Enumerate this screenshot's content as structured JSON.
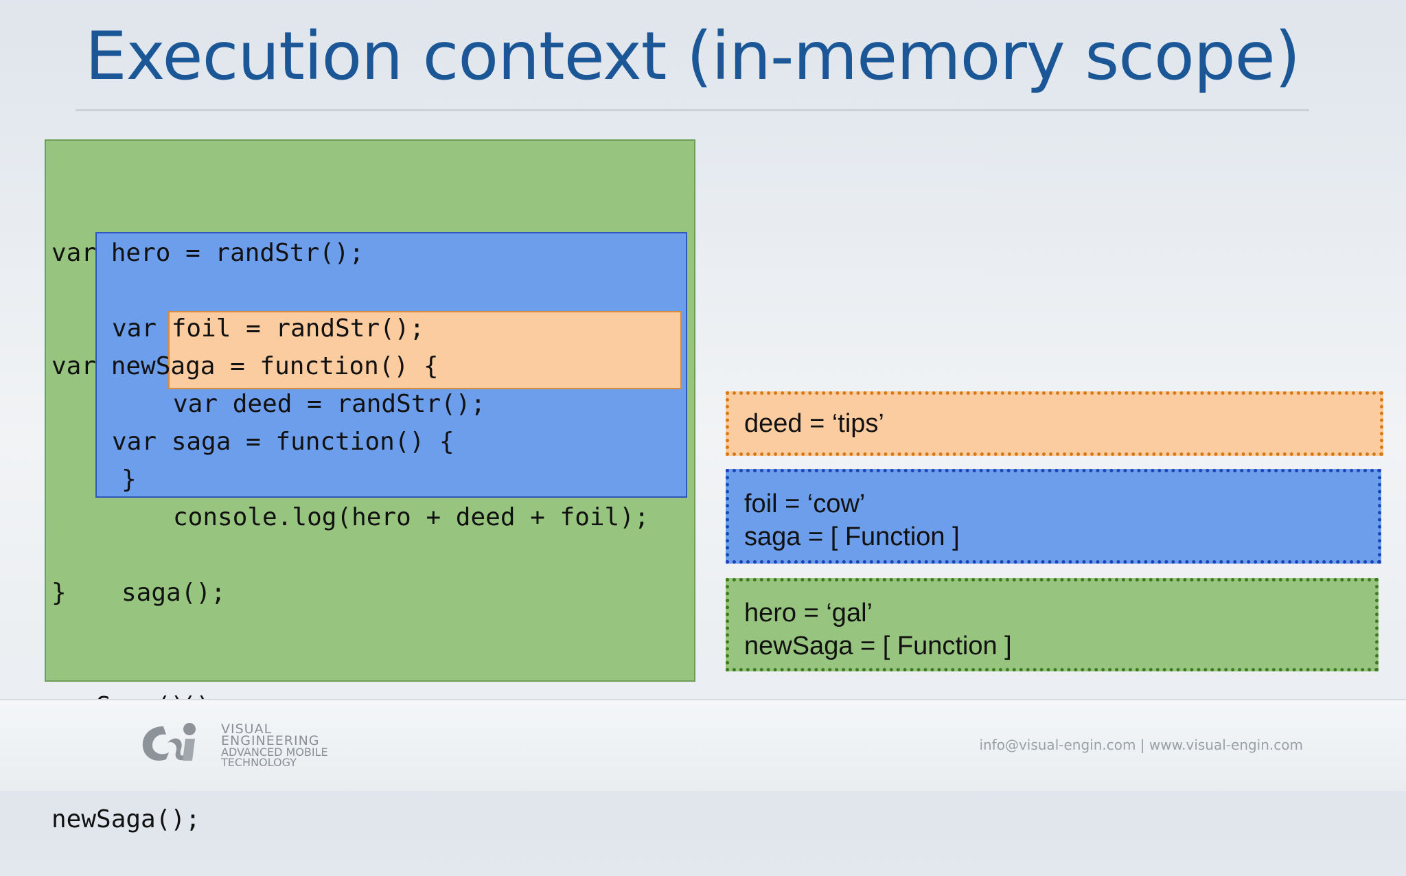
{
  "slide": {
    "title": "Execution context (in-memory scope)"
  },
  "code": {
    "outer": [
      "var hero = randStr();",
      "var newSaga = function() {"
    ],
    "middle": [
      "var foil = randStr();",
      "var saga = function() {"
    ],
    "inner": [
      "var deed = randStr();",
      "console.log(hero + deed + foil);"
    ],
    "middle_after": [
      "}",
      "saga();",
      "saga();"
    ],
    "outer_after": [
      "}",
      "newSaga();",
      "newSaga();"
    ]
  },
  "memory": {
    "inner": [
      "deed = ‘tips’"
    ],
    "middle": [
      "foil = ‘cow’",
      "saga = [ Function ]"
    ],
    "outer": [
      "hero = ‘gal’",
      "newSaga = [ Function ]"
    ]
  },
  "footer": {
    "logo_lines": [
      "VISUAL",
      "ENGINEERING",
      "ADVANCED MOBILE",
      "TECHNOLOGY"
    ],
    "contact": "info@visual-engin.com | www.visual-engin.com"
  },
  "colors": {
    "title": "#1b5796",
    "outer_scope": "#97c47e",
    "middle_scope": "#6d9eeb",
    "inner_scope": "#fbcc9f"
  },
  "icons": {
    "logo": "visual-engineering-logo-icon"
  }
}
